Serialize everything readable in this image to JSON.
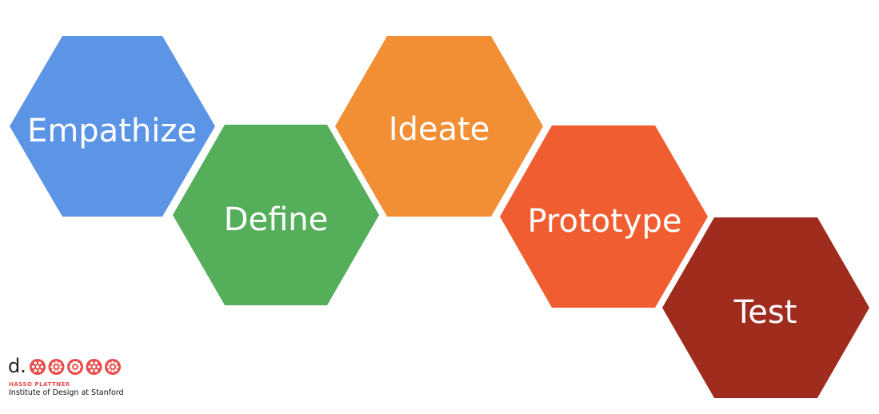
{
  "diagram": {
    "stages": [
      {
        "label": "Empathize",
        "color": "#5c95e5"
      },
      {
        "label": "Define",
        "color": "#54ae5a"
      },
      {
        "label": "Ideate",
        "color": "#f28e34"
      },
      {
        "label": "Prototype",
        "color": "#ef5d31"
      },
      {
        "label": "Test",
        "color": "#a02c1e"
      }
    ]
  },
  "logo": {
    "mark": "d.",
    "subtitle": "HASSO PLATTNER",
    "institute": "Institute of Design at Stanford",
    "accent": "#e84b4b"
  }
}
